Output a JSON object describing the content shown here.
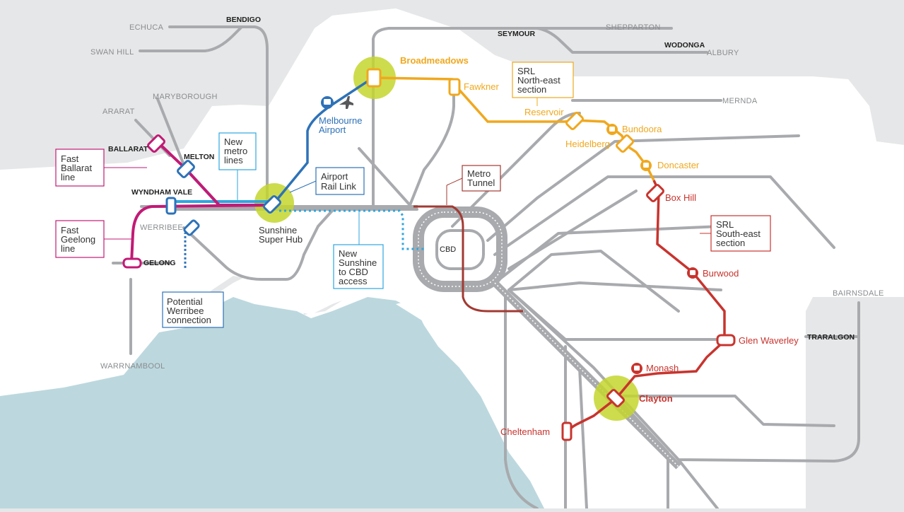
{
  "colors": {
    "background": "#e6e7e8",
    "land": "#ffffff",
    "water": "#bcd8de",
    "track": "#a8aaad",
    "srl_north_east": "#f0a81e",
    "srl_south_east": "#c8342e",
    "airport_link": "#2d72b8",
    "fast_rail": "#c21a75",
    "new_metro": "#2ea6df",
    "hub_highlight": "#c4d62e"
  },
  "regional_stations": {
    "echuca": "ECHUCA",
    "bendigo": "BENDIGO",
    "swan_hill": "SWAN HILL",
    "seymour": "SEYMOUR",
    "shepparton": "SHEPPARTON",
    "wodonga": "WODONGA",
    "albury": "ALBURY",
    "maryborough": "MARYBOROUGH",
    "ararat": "ARARAT",
    "ballarat": "BALLARAT",
    "melton": "MELTON",
    "wyndham_vale": "WYNDHAM VALE",
    "werribee": "WERRIBEE",
    "geelong": "GELONG",
    "warrnambool": "WARRNAMBOOL",
    "mernda": "MERNDA",
    "bairnsdale": "BAIRNSDALE",
    "traralgon": "TRARALGON"
  },
  "srl_stations": {
    "broadmeadows": "Broadmeadows",
    "fawkner": "Fawkner",
    "reservoir": "Reservoir",
    "bundoora": "Bundoora",
    "heidelberg": "Heidelberg",
    "doncaster": "Doncaster",
    "box_hill": "Box Hill",
    "burwood": "Burwood",
    "glen_waverley": "Glen Waverley",
    "monash": "Monash",
    "clayton": "Clayton",
    "cheltenham": "Cheltenham"
  },
  "other_labels": {
    "cbd": "CBD",
    "sunshine_1": "Sunshine",
    "sunshine_2": "Super Hub",
    "airport_1": "Melbourne",
    "airport_2": "Airport"
  },
  "callouts": {
    "fast_ballarat": [
      "Fast",
      "Ballarat",
      "line"
    ],
    "new_metro": [
      "New",
      "metro",
      "lines"
    ],
    "airport_rail": [
      "Airport",
      "Rail Link"
    ],
    "srl_north_east": [
      "SRL",
      "North-east",
      "section"
    ],
    "metro_tunnel": [
      "Metro",
      "Tunnel"
    ],
    "fast_geelong": [
      "Fast",
      "Geelong",
      "line"
    ],
    "new_sunshine_cbd": [
      "New",
      "Sunshine",
      "to CBD",
      "access"
    ],
    "srl_south_east": [
      "SRL",
      "South-east",
      "section"
    ],
    "potential_werribee": [
      "Potential",
      "Werribee",
      "connection"
    ]
  },
  "icons": [
    "train-station-icon",
    "airplane-icon"
  ]
}
